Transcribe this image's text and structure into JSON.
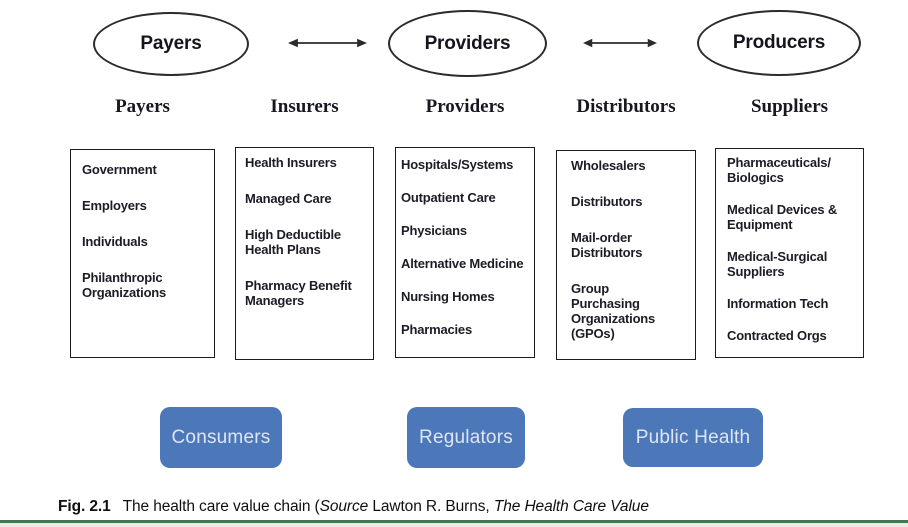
{
  "chain": {
    "ellipses": [
      {
        "label": "Payers"
      },
      {
        "label": "Providers"
      },
      {
        "label": "Producers"
      }
    ],
    "arrow_icon": "double-headed-arrow"
  },
  "columns": [
    {
      "header": "Payers",
      "items": [
        "Government",
        "Employers",
        "Individuals",
        "Philanthropic\nOrganizations"
      ]
    },
    {
      "header": "Insurers",
      "items": [
        "Health Insurers",
        "Managed Care",
        "High Deductible\nHealth Plans",
        "Pharmacy Benefit\nManagers"
      ]
    },
    {
      "header": "Providers",
      "items": [
        "Hospitals/Systems",
        "Outpatient Care",
        "Physicians",
        "Alternative Medicine",
        "Nursing Homes",
        "Pharmacies"
      ]
    },
    {
      "header": "Distributors",
      "items": [
        "Wholesalers",
        "Distributors",
        "Mail-order\nDistributors",
        "Group\nPurchasing\nOrganizations\n(GPOs)"
      ]
    },
    {
      "header": "Suppliers",
      "items": [
        "Pharmaceuticals/\nBiologics",
        "Medical Devices &\nEquipment",
        "Medical-Surgical\nSuppliers",
        "Information Tech",
        "Contracted Orgs"
      ]
    }
  ],
  "buttons": [
    {
      "label": "Consumers"
    },
    {
      "label": "Regulators"
    },
    {
      "label": "Public Health"
    }
  ],
  "caption": {
    "fig_label": "Fig. 2.1",
    "text_before_source": "The health care value chain (",
    "source_word": "Source",
    "text_after_source": " Lawton R. Burns, ",
    "italic_title": "The Health Care Value"
  },
  "colors": {
    "button_blue": "#4c77b8",
    "bottom_rule_green": "#3f7a52"
  }
}
